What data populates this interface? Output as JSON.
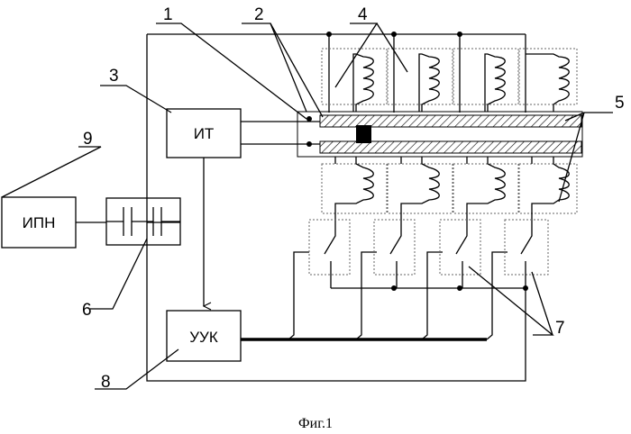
{
  "blocks": {
    "ipn": "ИПН",
    "it": "ИТ",
    "uuk": "УУК"
  },
  "labels": [
    "1",
    "2",
    "3",
    "4",
    "5",
    "6",
    "7",
    "8",
    "9"
  ],
  "caption": "Фиг.1"
}
